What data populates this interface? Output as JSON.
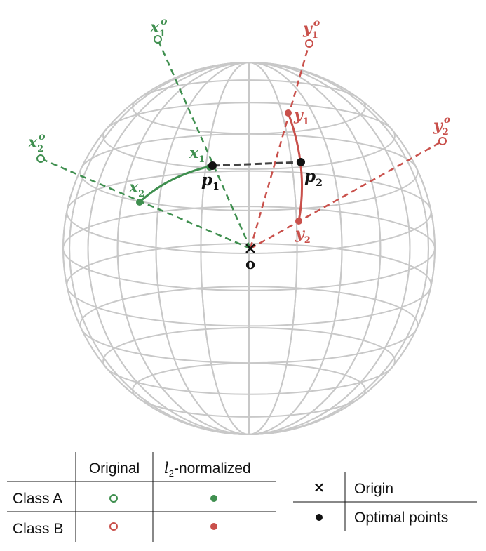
{
  "colors": {
    "class_a": "#3f8f4f",
    "class_b": "#c9504b",
    "sphere": "#c8c8c8",
    "ink": "#111111",
    "dash": "#444444"
  },
  "labels": {
    "x1o": {
      "base": "x",
      "sub": "1",
      "sup": "o"
    },
    "x2o": {
      "base": "x",
      "sub": "2",
      "sup": "o"
    },
    "y1o": {
      "base": "y",
      "sub": "1",
      "sup": "o"
    },
    "y2o": {
      "base": "y",
      "sub": "2",
      "sup": "o"
    },
    "x1": {
      "base": "x",
      "sub": "1"
    },
    "x2": {
      "base": "x",
      "sub": "2"
    },
    "y1": {
      "base": "y",
      "sub": "1"
    },
    "y2": {
      "base": "y",
      "sub": "2"
    },
    "p1": {
      "base": "p",
      "sub": "1"
    },
    "p2": {
      "base": "p",
      "sub": "2"
    },
    "origin": "o"
  },
  "legend": {
    "header_original": "Original",
    "header_norm_math": "l",
    "header_norm_sub": "2",
    "header_norm_text": "-normalized",
    "row_a": "Class A",
    "row_b": "Class B",
    "origin_symbol": "×",
    "origin_label": "Origin",
    "optimal_label": "Optimal points"
  }
}
